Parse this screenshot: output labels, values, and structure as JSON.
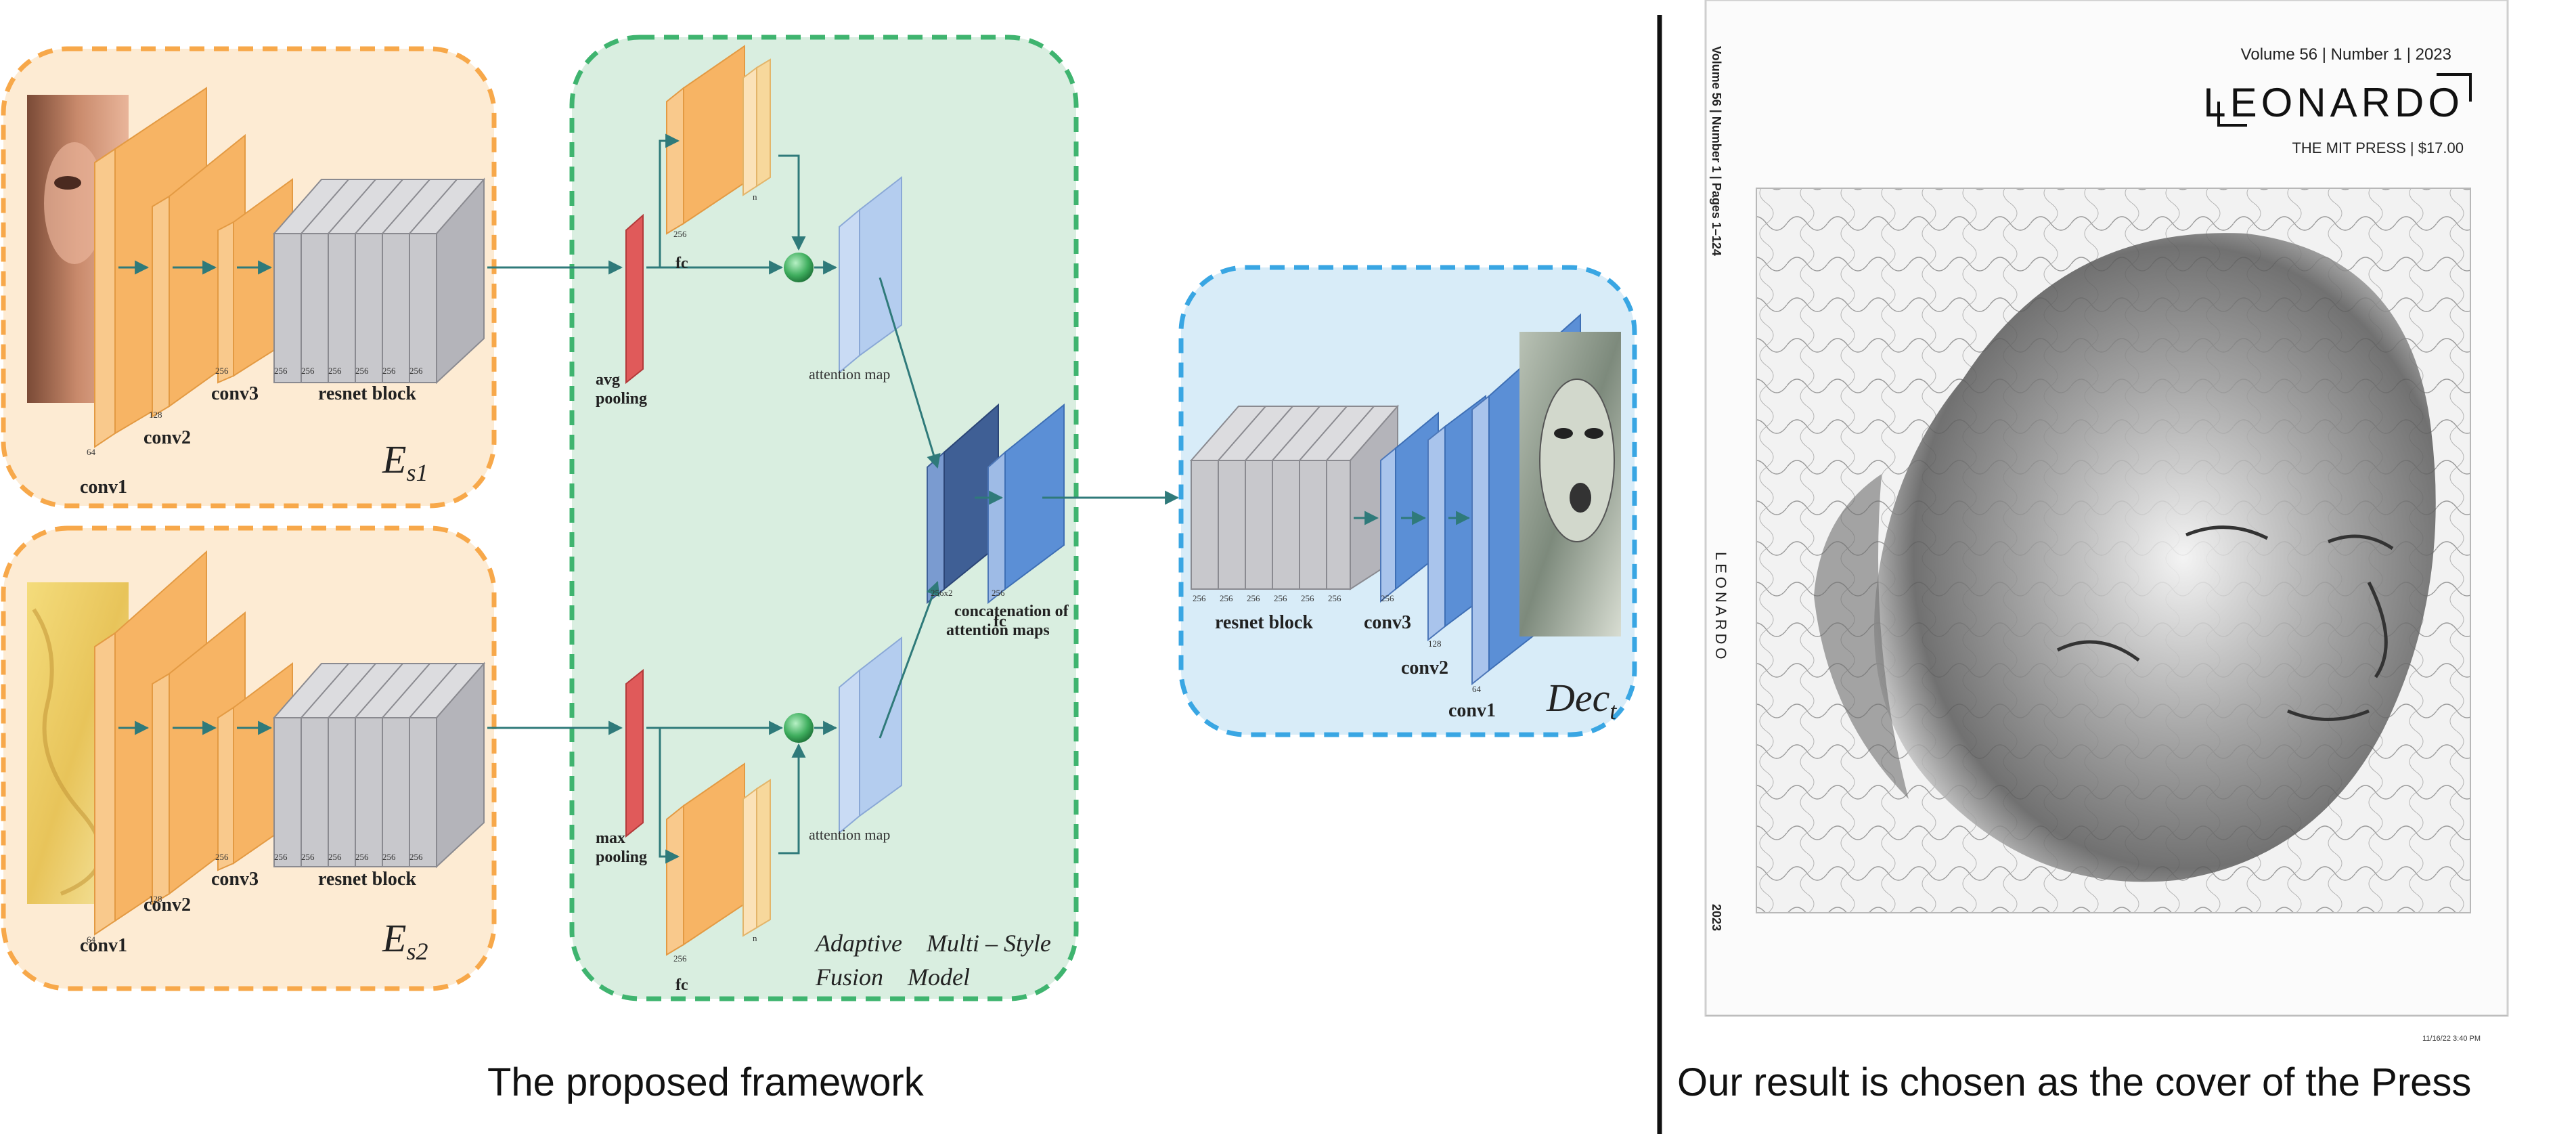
{
  "diagram": {
    "encoder1": {
      "layers": [
        "conv1",
        "conv2",
        "conv3"
      ],
      "block": "resnet block",
      "channels": [
        "64",
        "128",
        "256",
        "256",
        "256",
        "256",
        "256",
        "256",
        "256"
      ],
      "name_main": "E",
      "name_sub": "s1"
    },
    "encoder2": {
      "layers": [
        "conv1",
        "conv2",
        "conv3"
      ],
      "block": "resnet block",
      "channels": [
        "64",
        "128",
        "256",
        "256",
        "256",
        "256",
        "256",
        "256",
        "256"
      ],
      "name_main": "E",
      "name_sub": "s2"
    },
    "fusion": {
      "avg_pool_1": "avg",
      "avg_pool_2": "pooling",
      "max_pool_1": "max",
      "max_pool_2": "pooling",
      "fc": "fc",
      "fc_channels": "256",
      "small_channel": "n",
      "attention_map": "attention map",
      "concat_1": "concatenation of",
      "concat_2": "attention maps",
      "concat_channels": [
        "256x2",
        "256"
      ],
      "model_line1": "Adaptive    Multi – Style",
      "model_line2": "Fusion    Model"
    },
    "decoder": {
      "block": "resnet block",
      "layers": [
        "conv3",
        "conv2",
        "conv1"
      ],
      "channels": [
        "256",
        "256",
        "256",
        "256",
        "256",
        "256",
        "256",
        "128",
        "64"
      ],
      "name_main": "Dec",
      "name_sub": "t"
    },
    "colors": {
      "orange": "#f7a84a",
      "orange_bg": "#fdebd3",
      "green": "#3fb46f",
      "green_bg": "#d9eee0",
      "blue": "#39a6e3",
      "blue_bg": "#d8ecf8",
      "layer_blue": "#5b8fd6",
      "pool_red": "#e05a5a",
      "gray_block": "#c4c4c8",
      "arrow": "#2f7a7a"
    }
  },
  "cover": {
    "header": "Volume 56 | Number 1 | 2023",
    "brand": "LEONARDO",
    "publisher": "THE MIT PRESS | $17.00",
    "spine_top": "Volume 56 | Number 1 | Pages 1–124",
    "spine_mid": "LEONARDO",
    "spine_year": "2023",
    "footnote": "11/16/22  3:40 PM"
  },
  "captions": {
    "left": "The proposed framework",
    "right": "Our result is chosen as the cover of the Press"
  }
}
